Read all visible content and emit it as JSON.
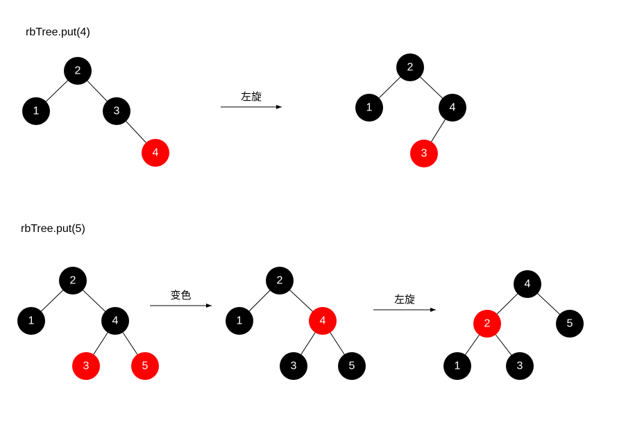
{
  "sections": [
    {
      "title": "rbTree.put(4)"
    },
    {
      "title": "rbTree.put(5)"
    }
  ],
  "colors": {
    "black": "#000000",
    "red": "#ff0000",
    "edge": "#000000"
  },
  "trees": [
    {
      "nodes": [
        {
          "label": "2",
          "color": "black"
        },
        {
          "label": "1",
          "color": "black",
          "parent": 0
        },
        {
          "label": "3",
          "color": "black",
          "parent": 0
        },
        {
          "label": "4",
          "color": "red",
          "parent": 2
        }
      ]
    },
    {
      "nodes": [
        {
          "label": "2",
          "color": "black"
        },
        {
          "label": "1",
          "color": "black",
          "parent": 0
        },
        {
          "label": "4",
          "color": "black",
          "parent": 0
        },
        {
          "label": "3",
          "color": "red",
          "parent": 2
        }
      ]
    },
    {
      "nodes": [
        {
          "label": "2",
          "color": "black"
        },
        {
          "label": "1",
          "color": "black",
          "parent": 0
        },
        {
          "label": "4",
          "color": "black",
          "parent": 0
        },
        {
          "label": "3",
          "color": "red",
          "parent": 2
        },
        {
          "label": "5",
          "color": "red",
          "parent": 2
        }
      ]
    },
    {
      "nodes": [
        {
          "label": "2",
          "color": "black"
        },
        {
          "label": "1",
          "color": "black",
          "parent": 0
        },
        {
          "label": "4",
          "color": "red",
          "parent": 0
        },
        {
          "label": "3",
          "color": "black",
          "parent": 2
        },
        {
          "label": "5",
          "color": "black",
          "parent": 2
        }
      ]
    },
    {
      "nodes": [
        {
          "label": "4",
          "color": "black"
        },
        {
          "label": "2",
          "color": "red",
          "parent": 0
        },
        {
          "label": "5",
          "color": "black",
          "parent": 0
        },
        {
          "label": "1",
          "color": "black",
          "parent": 1
        },
        {
          "label": "3",
          "color": "black",
          "parent": 1
        }
      ]
    }
  ],
  "arrows": [
    {
      "label": "左旋"
    },
    {
      "label": "变色"
    },
    {
      "label": "左旋"
    }
  ]
}
